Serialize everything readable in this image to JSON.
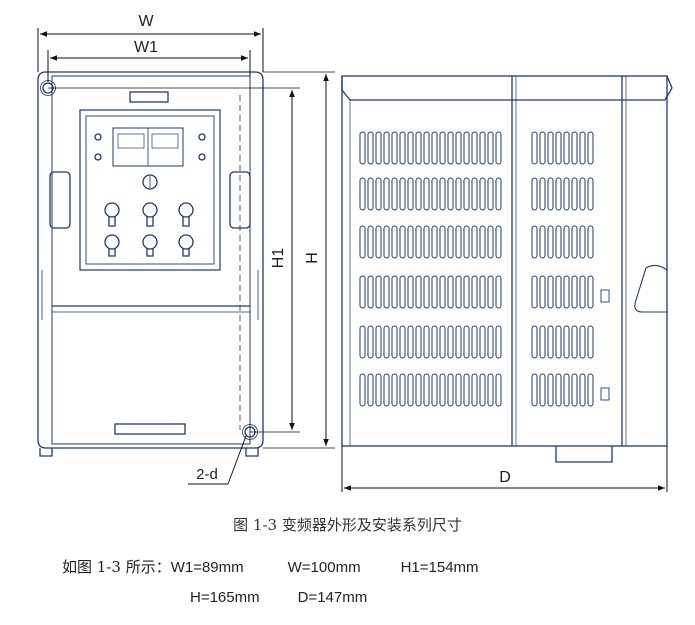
{
  "labels": {
    "w": "W",
    "w1": "W1",
    "h": "H",
    "h1": "H1",
    "d": "D",
    "hole": "2-d"
  },
  "caption": "图 1-3 变频器外形及安装系列尺寸",
  "specs": {
    "intro": "如图 1-3 所示：",
    "w1": "W1=89mm",
    "w": "W=100mm",
    "h1": "H1=154mm",
    "h": "H=165mm",
    "d": "D=147mm"
  },
  "colors": {
    "outline": "#1f3a6e",
    "dim_line": "#111111"
  }
}
